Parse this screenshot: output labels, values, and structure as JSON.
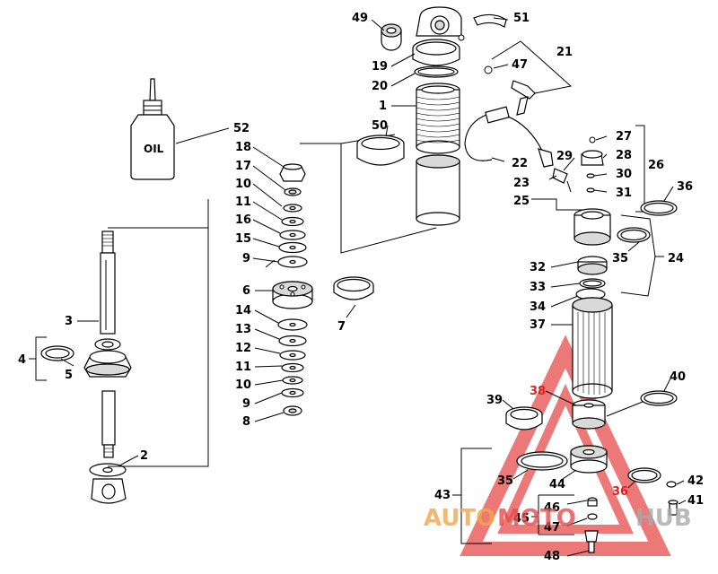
{
  "labels": {
    "l1": "1",
    "l2": "2",
    "l3": "3",
    "l4": "4",
    "l5": "5",
    "l6": "6",
    "l7": "7",
    "l8": "8",
    "l9a": "9",
    "l9b": "9",
    "l10a": "10",
    "l10b": "10",
    "l11a": "11",
    "l11b": "11",
    "l12": "12",
    "l13": "13",
    "l14": "14",
    "l15": "15",
    "l16": "16",
    "l17": "17",
    "l18": "18",
    "l19": "19",
    "l20": "20",
    "l21": "21",
    "l22": "22",
    "l23": "23",
    "l24": "24",
    "l25": "25",
    "l26": "26",
    "l27": "27",
    "l28": "28",
    "l29": "29",
    "l30": "30",
    "l31": "31",
    "l32": "32",
    "l33": "33",
    "l34": "34",
    "l35a": "35",
    "l35b": "35",
    "l36a": "36",
    "l36b": "36",
    "l37": "37",
    "l38": "38",
    "l39": "39",
    "l40": "40",
    "l41": "41",
    "l42": "42",
    "l43": "43",
    "l44": "44",
    "l45": "45",
    "l46": "46",
    "l47a": "47",
    "l47b": "47",
    "l48": "48",
    "l49": "49",
    "l50": "50",
    "l51": "51",
    "l52": "52"
  },
  "oil_bottle_text": "OIL",
  "watermark": {
    "auto": "AUTO",
    "moto": "MOTO",
    "hub": "HUB"
  },
  "colors": {
    "watermark_red": "#e84b4b",
    "watermark_orange": "#f2a64a",
    "watermark_grey": "#a9a9a9"
  }
}
